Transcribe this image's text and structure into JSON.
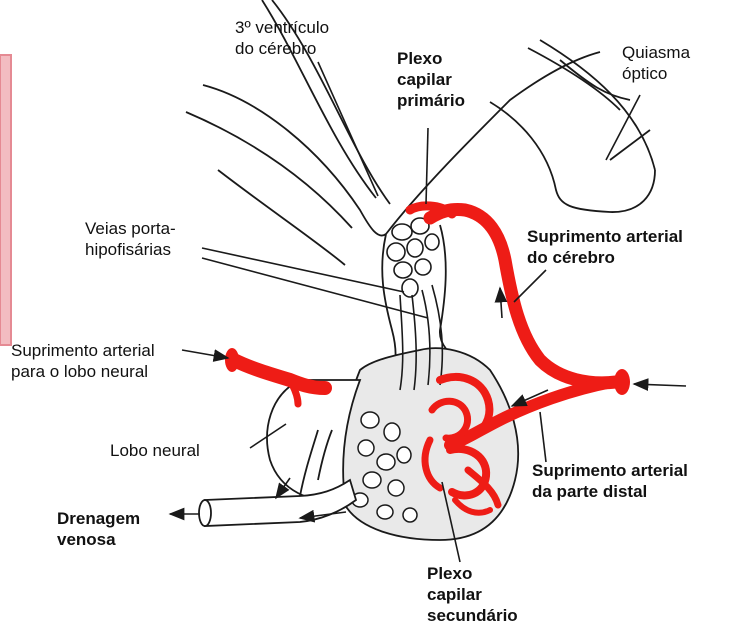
{
  "colors": {
    "artery_red": "#ee1c16",
    "side_bar_pink": "#f3bcc1",
    "side_bar_border": "#e58a93",
    "line": "#1a1a1a"
  },
  "labels": {
    "third_ventricle": [
      "3º ventrículo",
      "do cérebro"
    ],
    "primary_plexus": [
      "Plexo",
      "capilar",
      "primário"
    ],
    "optic_chiasm": [
      "Quiasma",
      "óptico"
    ],
    "portal_veins": [
      "Veias porta-",
      "hipofisárias"
    ],
    "brain_arterial_supply": [
      "Suprimento arterial",
      "do cérebro"
    ],
    "neural_lobe_arterial_supply": [
      "Suprimento arterial",
      "para o lobo neural"
    ],
    "neural_lobe": "Lobo neural",
    "distal_part_arterial_supply": [
      "Suprimento arterial",
      "da parte distal"
    ],
    "venous_drainage": [
      "Drenagem",
      "venosa"
    ],
    "secondary_plexus": [
      "Plexo",
      "capilar",
      "secundário"
    ]
  }
}
